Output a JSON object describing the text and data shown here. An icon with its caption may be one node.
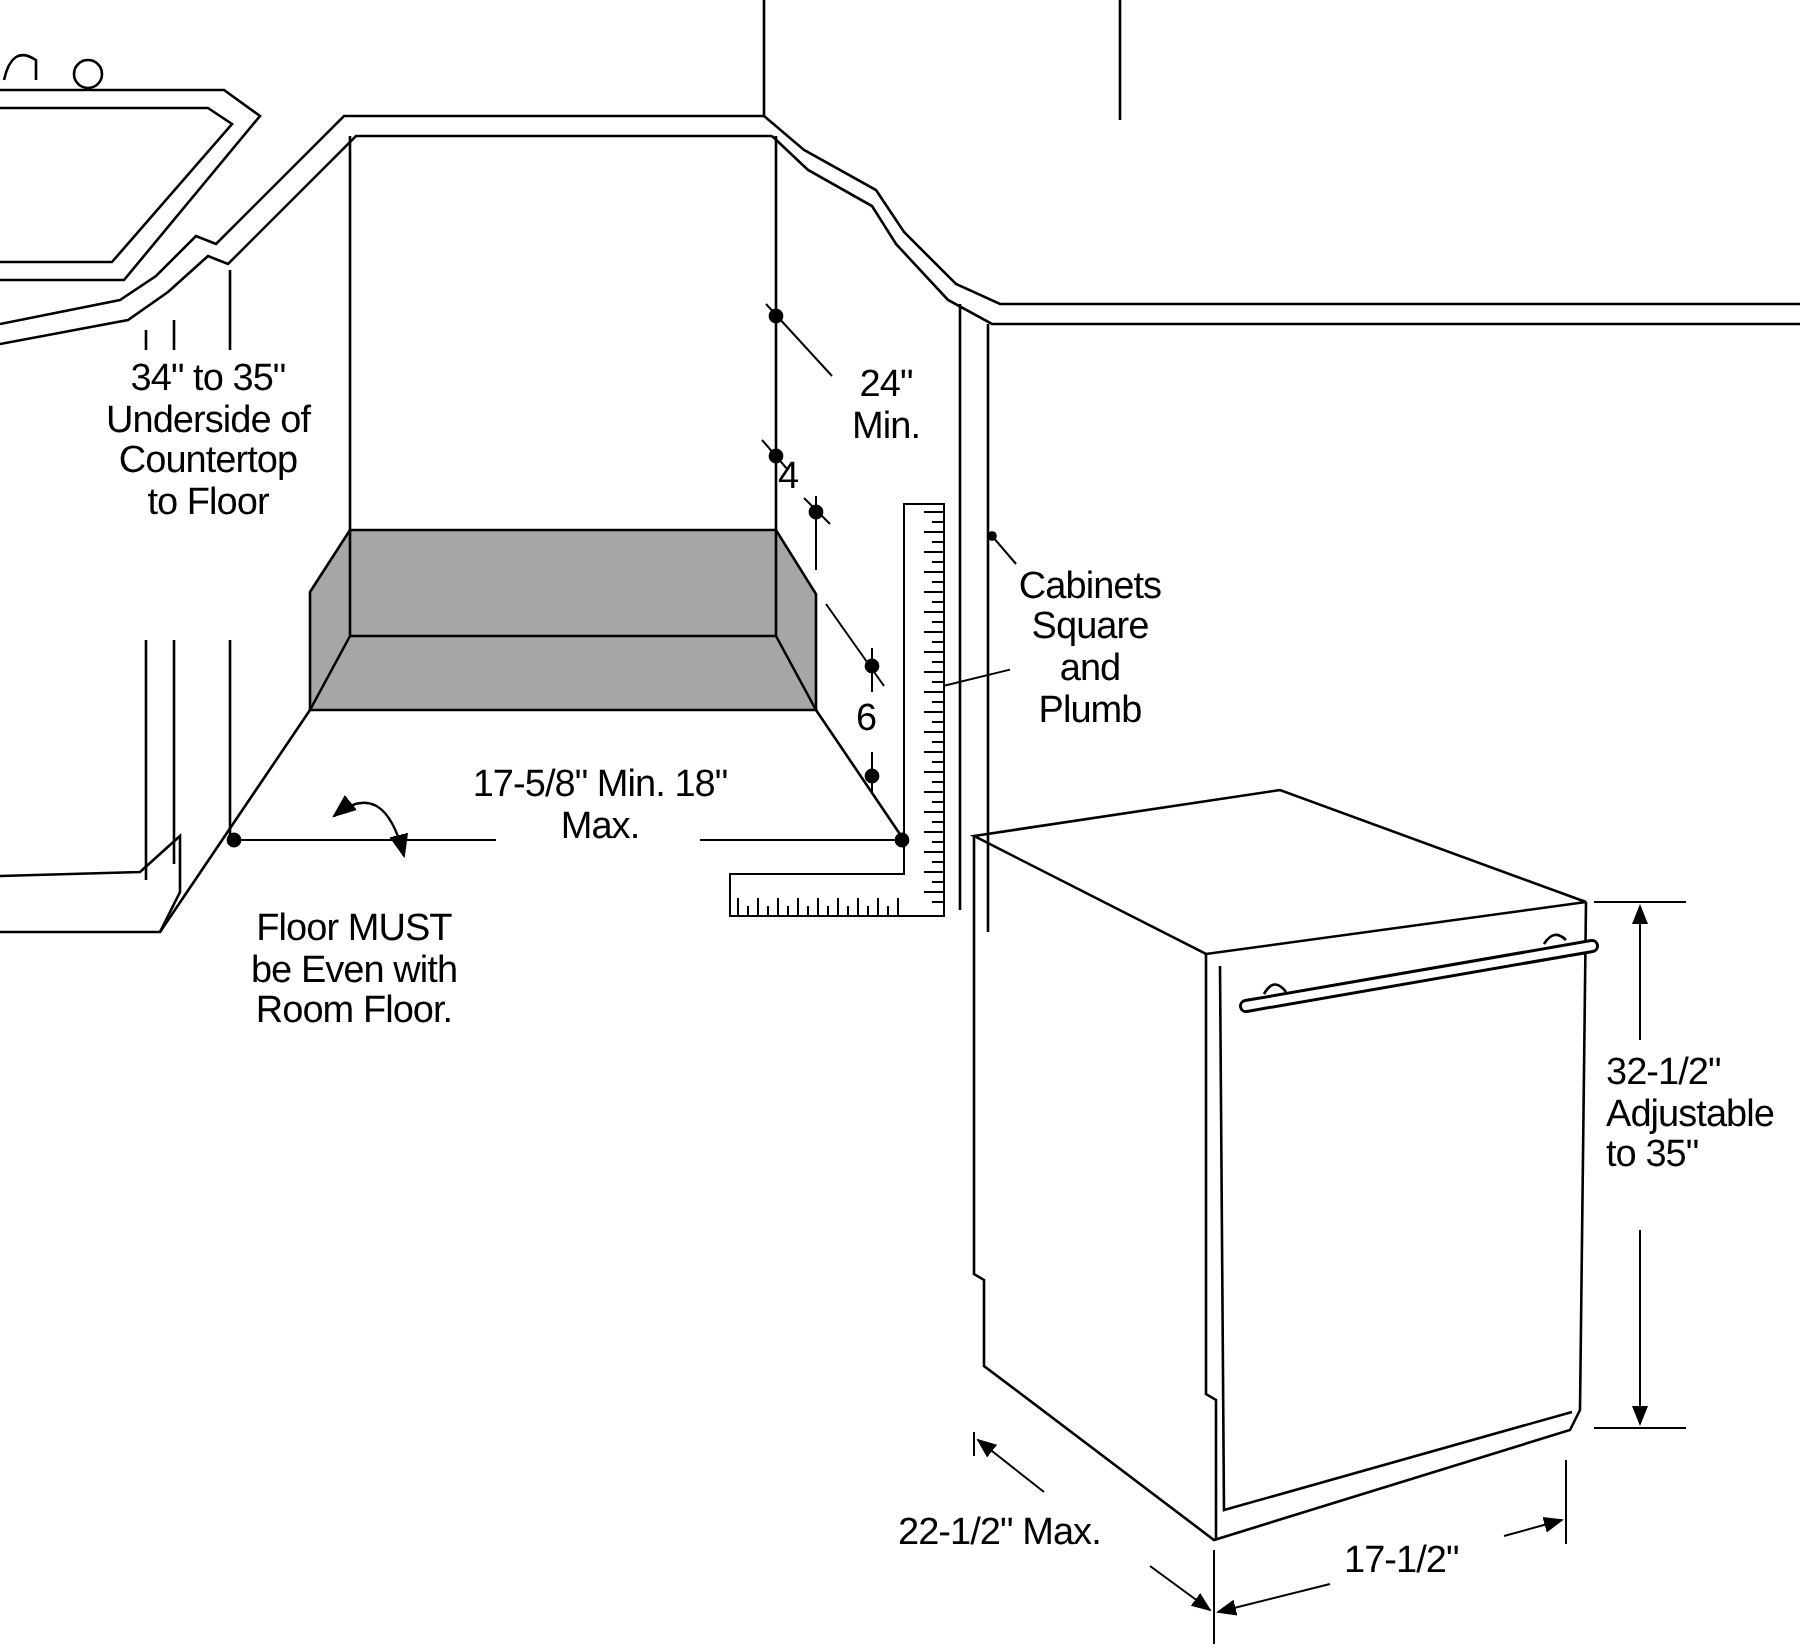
{
  "diagram": {
    "nodes": [
      {
        "text": [
          "Cabinets Square and Plumb"
        ]
      },
      {
        "text": [],
        "shape": "picture"
      }
    ],
    "edges": [
      {
        "from": 0,
        "to": null,
        "arrow": "other"
      },
      {
        "from": 0,
        "to": 1,
        "arrow": "none"
      }
    ],
    "labels": [
      "34\" to 35\" Underside of Countertop to Floor",
      "24\" Min.",
      "4",
      "6",
      "17-5/8\" Min. 18\" Max.",
      "Floor MUST be Even with Room Floor.",
      "32-1/2\" Adjustable to 35\"",
      "22-1/2\" Max.",
      "17-1/2\""
    ]
  }
}
